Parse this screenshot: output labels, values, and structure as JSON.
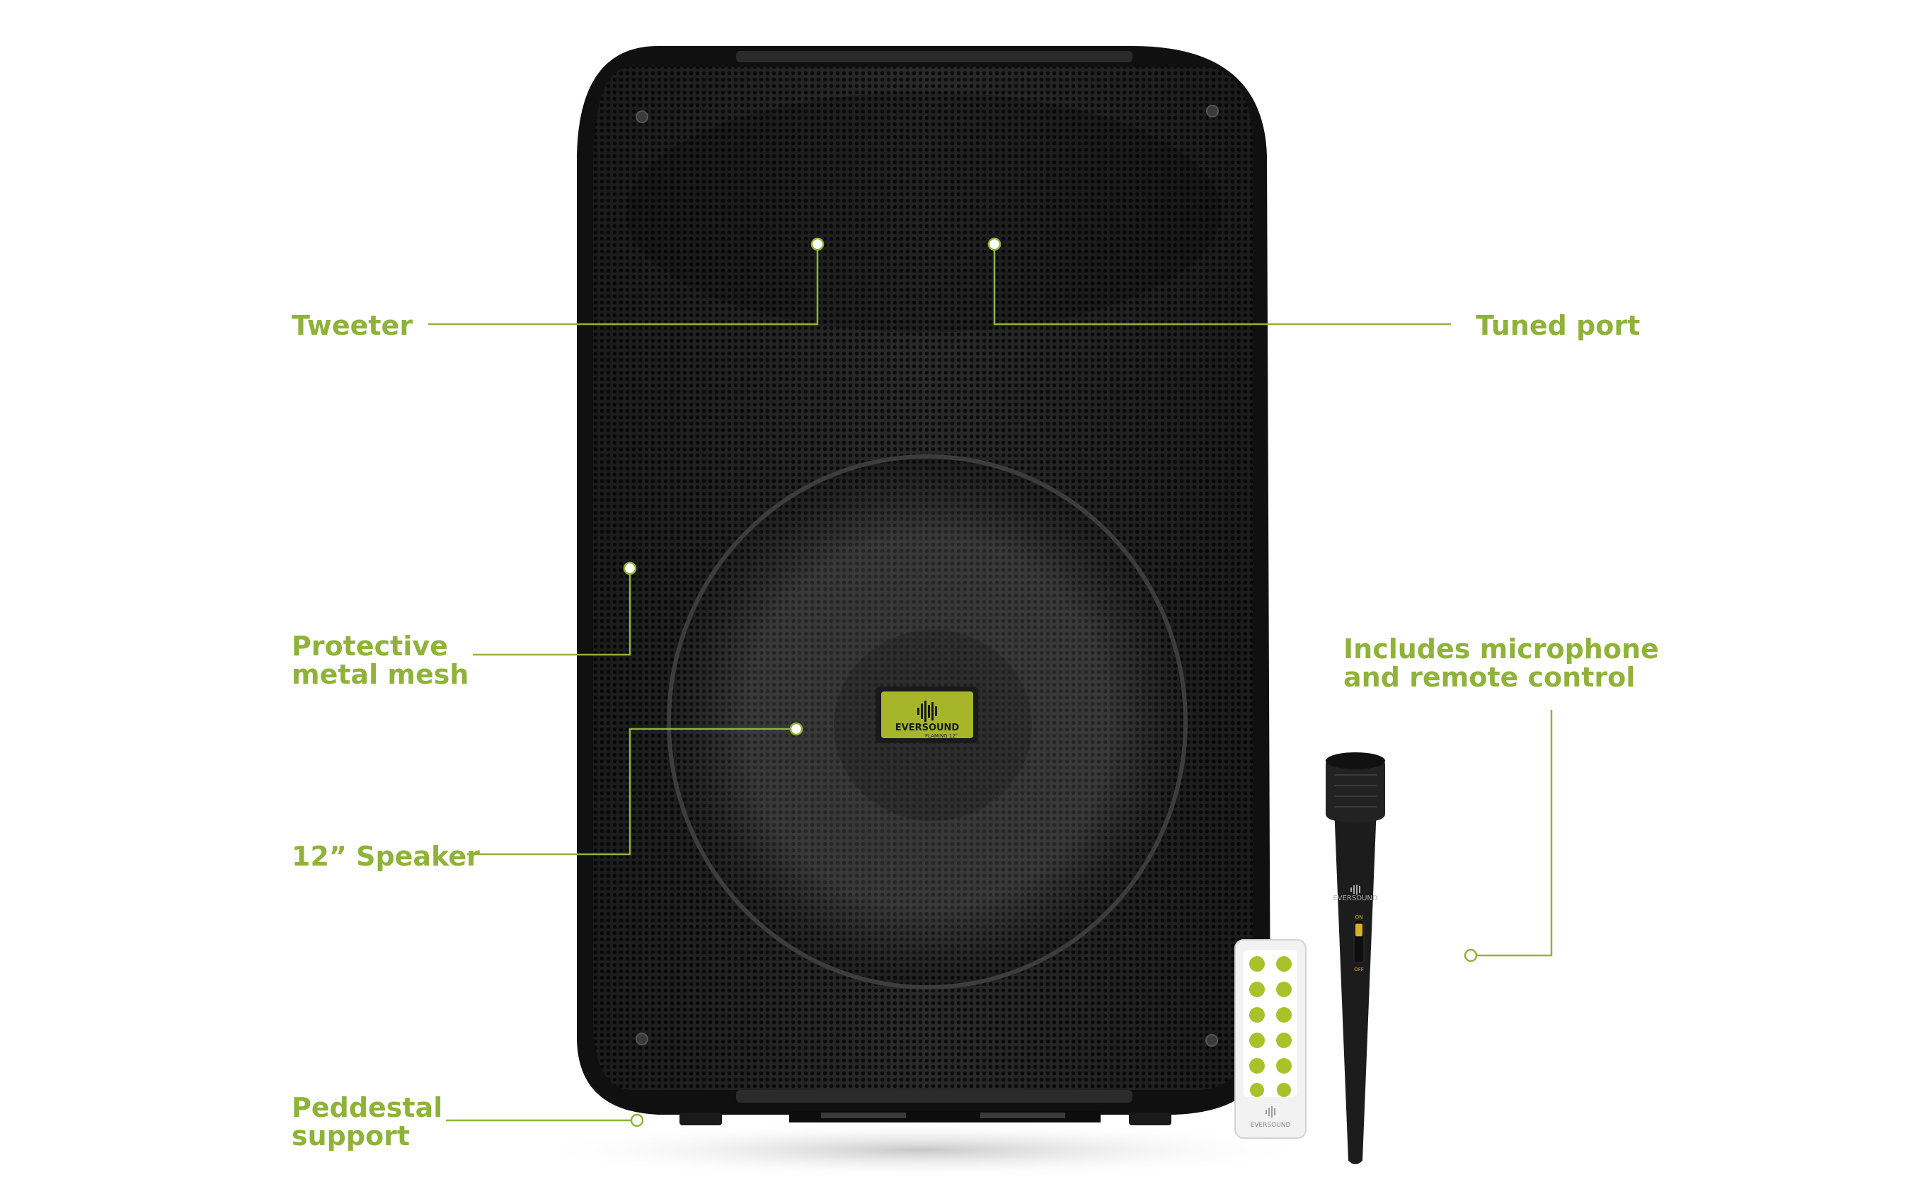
{
  "colors": {
    "accent": "#8fb339",
    "speaker_body": "#141414",
    "grille": "#1f1f1f",
    "badge": "#a6b52a",
    "remote": "#f2f2f2",
    "remote_buttons": "#a8c32a"
  },
  "callouts": {
    "tweeter": [
      "Tweeter"
    ],
    "tuned_port": [
      "Tuned port"
    ],
    "mesh": [
      "Protective",
      "metal mesh"
    ],
    "speaker": [
      "12” Speaker"
    ],
    "pedestal": [
      "Peddestal",
      "support"
    ],
    "accessories": [
      "Includes microphone",
      "and remote control"
    ]
  },
  "product": {
    "brand": "EVERSOUND",
    "model": "FLAMING 12\"",
    "mic_brand": "EVERSOUND",
    "mic_switch_on": "ON",
    "mic_switch_off": "OFF",
    "remote_brand": "EVERSOUND"
  }
}
